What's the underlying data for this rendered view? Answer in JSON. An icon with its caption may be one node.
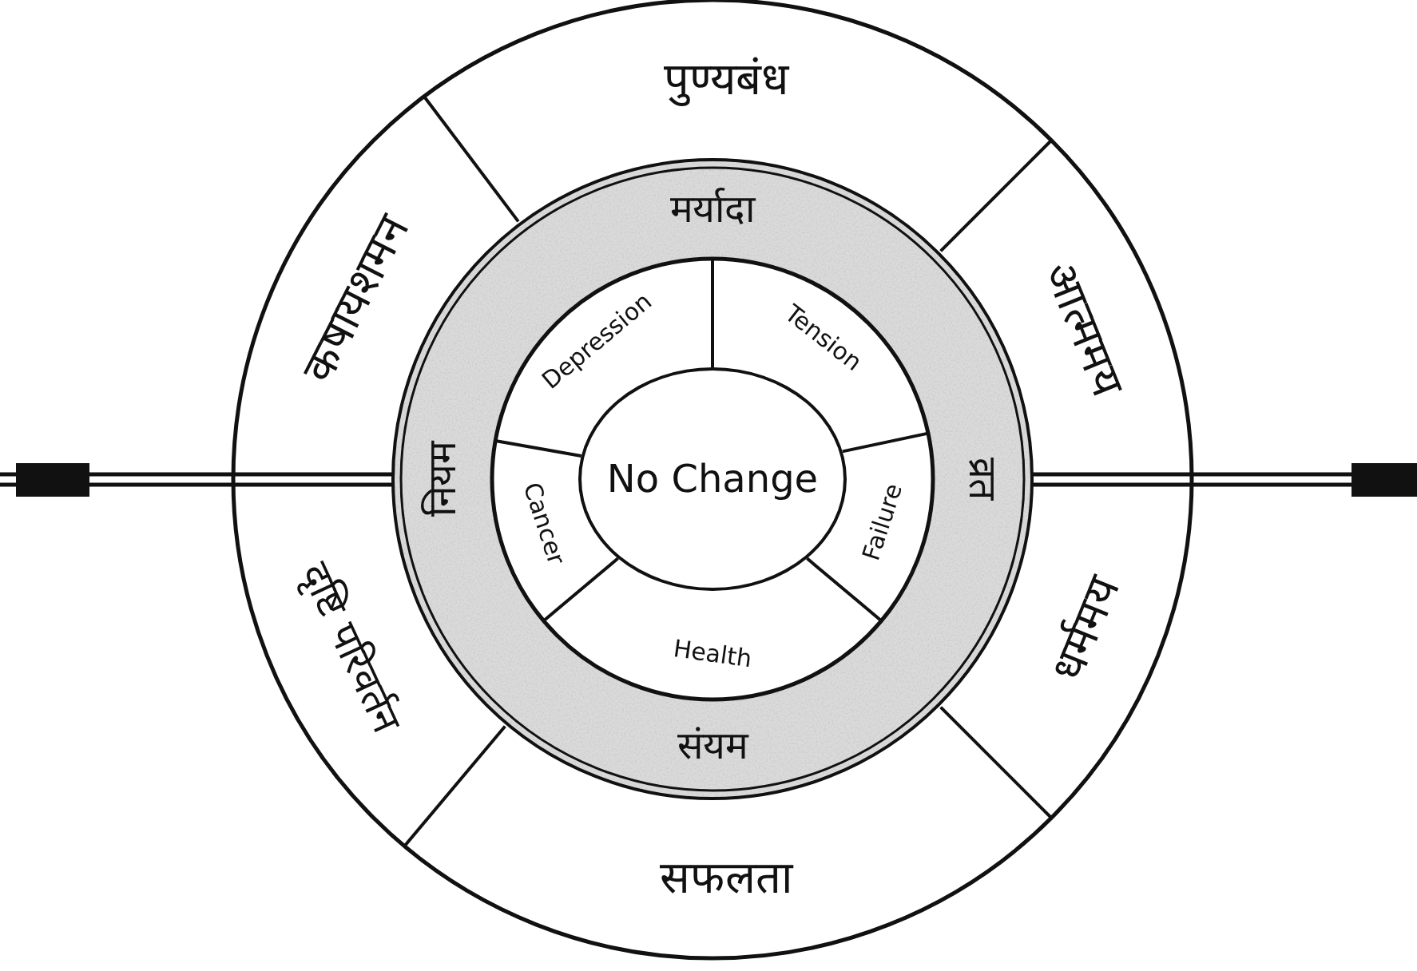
{
  "diagram": {
    "nodes": [
      {
        "text": [
          "पुण्यबंध"
        ]
      },
      {
        "text": [
          "कषायशमन"
        ]
      },
      {
        "text": [
          "आत्ममय"
        ]
      },
      {
        "text": [
          "दृष्टि परिवर्तन"
        ]
      },
      {
        "text": [
          "धर्ममय"
        ]
      },
      {
        "text": [
          "सफलता"
        ]
      },
      {
        "text": [
          "मर्यादा"
        ]
      },
      {
        "text": [
          "नियम"
        ]
      },
      {
        "text": [
          "व्रत"
        ]
      },
      {
        "text": [
          "संयम"
        ]
      },
      {
        "text": [
          "Depression"
        ]
      },
      {
        "text": [
          "Tension"
        ]
      },
      {
        "text": [
          "Cancer"
        ]
      },
      {
        "text": [
          "Failure"
        ]
      },
      {
        "text": [
          "Health"
        ]
      },
      {
        "text": [
          "No Change"
        ]
      }
    ]
  }
}
